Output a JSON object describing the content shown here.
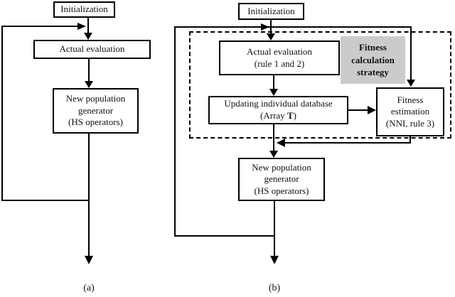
{
  "figure": {
    "caption_a": "(a)",
    "caption_b": "(b)"
  },
  "colors": {
    "line": "#000000",
    "box_border": "#000000",
    "highlight_fill": "#cbcbcb",
    "background": "#ffffff"
  },
  "diagram_a": {
    "nodes": {
      "initialization": "Initialization",
      "actual_evaluation": "Actual evaluation",
      "new_population_generator": "New population\ngenerator\n(HS operators)"
    }
  },
  "diagram_b": {
    "nodes": {
      "initialization": "Initialization",
      "actual_evaluation": "Actual evaluation\n(rule 1 and 2)",
      "fitness_calculation_strategy": "Fitness\ncalculation\nstrategy",
      "updating_database_title": "Updating individual database",
      "updating_database_array_prefix": "(Array ",
      "updating_database_array_t": "T",
      "updating_database_array_suffix": ")",
      "fitness_estimation": "Fitness\nestimation\n(NNI, rule 3)",
      "new_population_generator": "New population\ngenerator\n(HS operators)"
    }
  }
}
